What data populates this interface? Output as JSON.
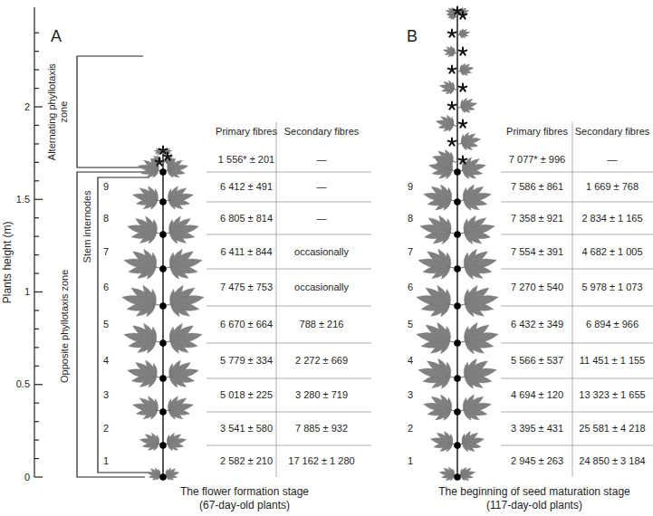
{
  "diagram": {
    "labels": [
      "Plants height (m)",
      "0",
      "0.5",
      "1",
      "1.5",
      "2",
      "A",
      "B",
      "Alternating phyllotaxis zone",
      "Opposite phyllotaxis zone",
      "Stem internodes",
      "Primary fibres",
      "Secondary fibres",
      "1 556* ± 201",
      "—",
      "9",
      "6 412 ± 491",
      "—",
      "8",
      "6 805 ± 814",
      "—",
      "7",
      "6 411 ± 844",
      "occasionally",
      "6",
      "7 475 ± 753",
      "occasionally",
      "5",
      "6 670 ± 664",
      "788 ± 216",
      "4",
      "5 779 ± 334",
      "2 272 ± 669",
      "3",
      "5 018 ± 225",
      "3 280 ± 719",
      "2",
      "3 541 ± 580",
      "7 885 ± 932",
      "1",
      "2 582 ± 210",
      "17 162 ± 1 280",
      "The flower formation stage",
      "(67-day-old plants)",
      "Primary fibres",
      "Secondary fibres",
      "7 077* ± 996",
      "—",
      "9",
      "7 586 ± 861",
      "1 669 ± 768",
      "8",
      "7 358 ± 921",
      "2 834 ± 1 165",
      "7",
      "7 554 ± 391",
      "4 682 ± 1 005",
      "6",
      "7 270 ± 540",
      "5 978 ± 1 073",
      "5",
      "6 432 ± 349",
      "6 894 ± 966",
      "4",
      "5 566 ± 537",
      "11 451 ± 1 155",
      "3",
      "4 694 ± 120",
      "13 323 ± 1 655",
      "2",
      "3 395 ± 431",
      "25 581 ± 4 218",
      "1",
      "2 945 ± 263",
      "24 850 ± 3 184",
      "The beginning of seed maturation stage",
      "(117-day-old plants)"
    ]
  }
}
